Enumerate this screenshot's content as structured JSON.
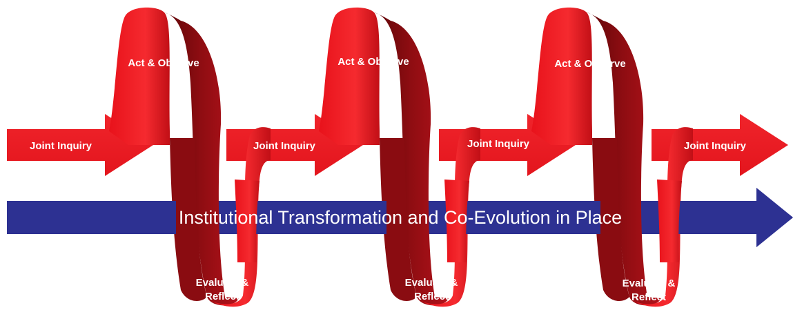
{
  "diagram": {
    "main_arrow_label": "Institutional Transformation and Co-Evolution in Place",
    "cycles": [
      {
        "act_label": "Act & Observe",
        "evaluate_label_1": "Evaluate &",
        "evaluate_label_2": "Reflect"
      },
      {
        "act_label": "Act & Observe",
        "evaluate_label_1": "Evaluate &",
        "evaluate_label_2": "Reflect"
      },
      {
        "act_label": "Act & Observe",
        "evaluate_label_1": "Evaluate &",
        "evaluate_label_2": "Reflect"
      }
    ],
    "inquiry_labels": [
      "Joint Inquiry",
      "Joint Inquiry",
      "Joint Inquiry",
      "Joint Inquiry"
    ]
  },
  "colors": {
    "ribbon_red": "#ef1c25",
    "ribbon_dark": "#7c0a0e",
    "main_arrow_blue": "#2d3192",
    "text": "#ffffff"
  }
}
